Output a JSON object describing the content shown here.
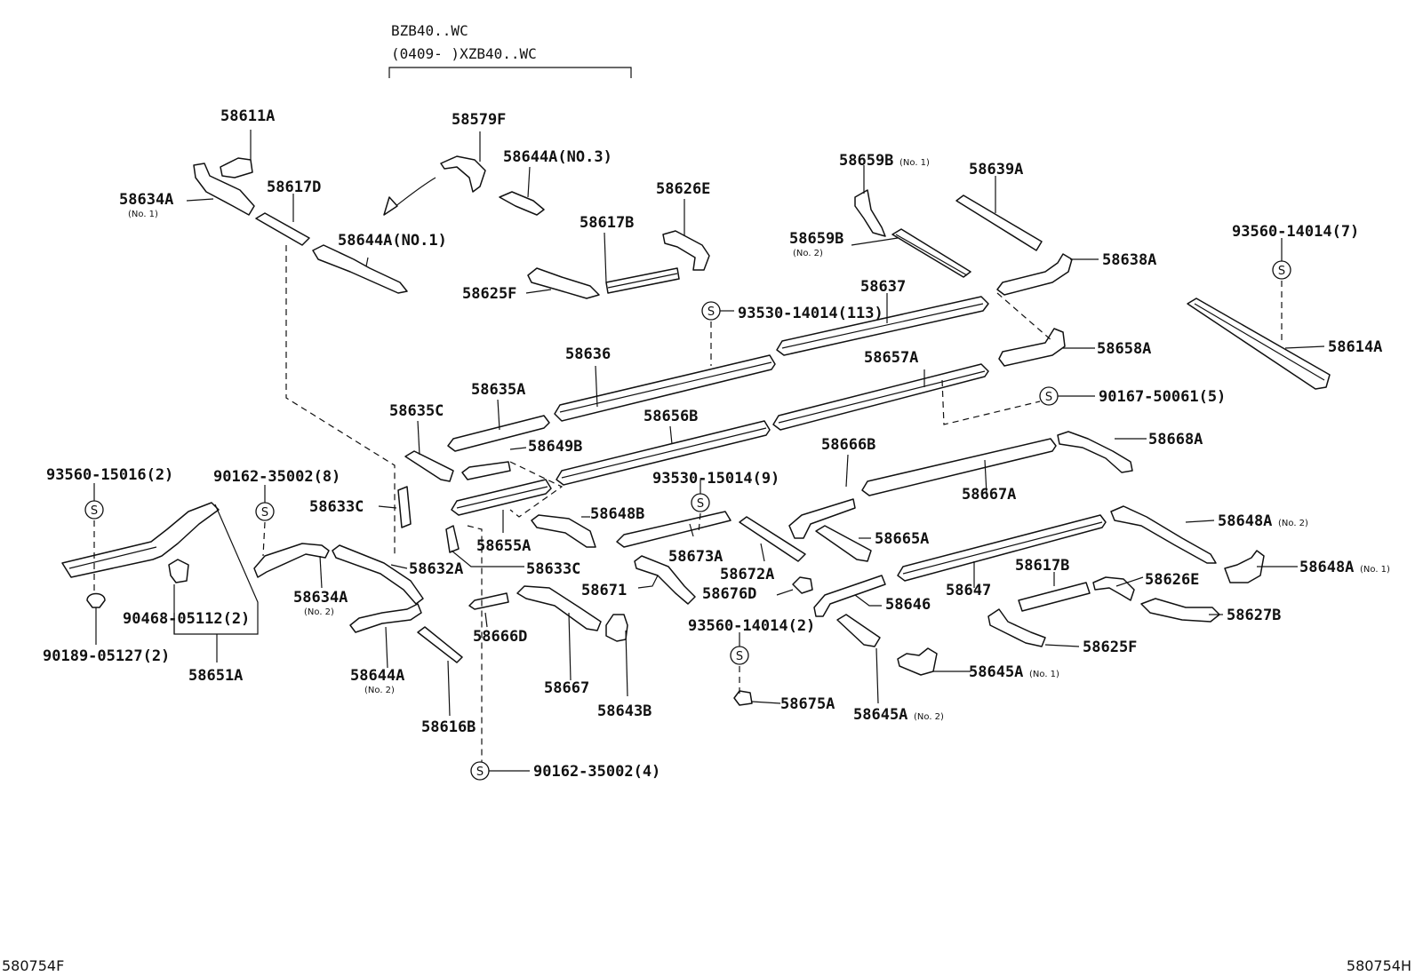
{
  "header": {
    "line1": "BZB40..WC",
    "line2": "(0409-    )XZB40..WC"
  },
  "footer": {
    "left_code": "580754F",
    "right_code": "580754H"
  },
  "symbols": {
    "screw_glyph": "S"
  },
  "labels": {
    "p58611A": "58611A",
    "p58579F": "58579F",
    "p58644A_no3": "58644A(NO.3)",
    "p58634A_no1": "58634A",
    "p58634A_no1_sub": "(No. 1)",
    "p58617D": "58617D",
    "p58644A_no1": "58644A(NO.1)",
    "p58617B_top": "58617B",
    "p58626E_top": "58626E",
    "p58625F_top": "58625F",
    "p58659B_no1": "58659B",
    "p58659B_no1_sub": "(No. 1)",
    "p58639A": "58639A",
    "p58659B_no2": "58659B",
    "p58659B_no2_sub": "(No. 2)",
    "p58638A": "58638A",
    "p93560_14014_7": "93560-14014(7)",
    "p58637": "58637",
    "p93530_14014_113": "93530-14014(113)",
    "p58636": "58636",
    "p58658A": "58658A",
    "p58614A": "58614A",
    "p58635A": "58635A",
    "p58657A": "58657A",
    "p90167_50061_5": "90167-50061(5)",
    "p58635C": "58635C",
    "p58656B": "58656B",
    "p58649B": "58649B",
    "p58666B": "58666B",
    "p58668A": "58668A",
    "p93560_15016_2": "93560-15016(2)",
    "p90162_35002_8": "90162-35002(8)",
    "p93530_15014_9": "93530-15014(9)",
    "p58667A": "58667A",
    "p58633C_upper": "58633C",
    "p58648B": "58648B",
    "p58655A": "58655A",
    "p58648A_no2": "58648A",
    "p58648A_no2_sub": "(No. 2)",
    "p58665A": "58665A",
    "p58632A": "58632A",
    "p58633C_lower": "58633C",
    "p58673A": "58673A",
    "p58617B_right": "58617B",
    "p58648A_no1": "58648A",
    "p58648A_no1_sub": "(No. 1)",
    "p58634A_no2": "58634A",
    "p58634A_no2_sub": "(No. 2)",
    "p58672A": "58672A",
    "p58671": "58671",
    "p58676D": "58676D",
    "p58626E_right": "58626E",
    "p58647": "58647",
    "p90468_05112_2": "90468-05112(2)",
    "p58646": "58646",
    "p58627B": "58627B",
    "p93560_14014_2": "93560-14014(2)",
    "p58666D": "58666D",
    "p90189_05127_2": "90189-05127(2)",
    "p58625F_right": "58625F",
    "p58651A": "58651A",
    "p58644A_no2": "58644A",
    "p58644A_no2_sub": "(No. 2)",
    "p58645A_no1": "58645A",
    "p58645A_no1_sub": "(No. 1)",
    "p58667": "58667",
    "p58675A": "58675A",
    "p58643B": "58643B",
    "p58645A_no2": "58645A",
    "p58645A_no2_sub": "(No. 2)",
    "p58616B": "58616B",
    "p90162_35002_4": "90162-35002(4)"
  }
}
